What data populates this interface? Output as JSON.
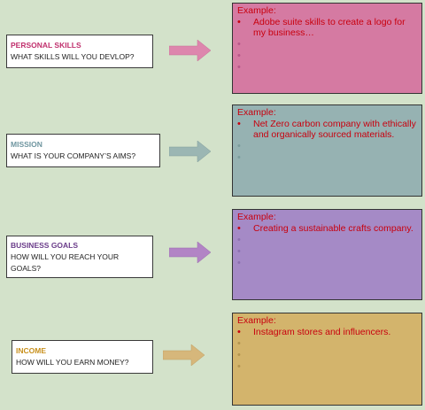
{
  "colors": {
    "background": "#d3e2ca",
    "personal_skills": "#d57aa2",
    "mission": "#96b2b2",
    "business_goals": "#a58ac6",
    "income": "#d3b46c"
  },
  "rows": [
    {
      "title": "PERSONAL SKILLS",
      "title_color": "#c0306d",
      "question": "WHAT SKILLS WILL YOU DEVLOP?",
      "question_lines": [
        "WHAT SKILLS WILL YOU DEVLOP?"
      ],
      "arrow_color": "#dd86ad",
      "example_heading": "Example:",
      "example_color": "#d57aa2",
      "bullet_color": "#c8000e",
      "items": [
        "Adobe suite skills to create a logo for my business…",
        "",
        "",
        ""
      ]
    },
    {
      "title": "MISSION",
      "title_color": "#6f96a0",
      "question": "WHAT IS YOUR COMPANY’S AIMS?",
      "question_lines": [
        "WHAT IS YOUR COMPANY’S AIMS?"
      ],
      "arrow_color": "#9bb6b3",
      "example_heading": "Example:",
      "example_color": "#96b2b2",
      "bullet_color": "#c8000e",
      "items": [
        "Net Zero carbon company with ethically and organically sourced materials.",
        "",
        ""
      ]
    },
    {
      "title": "BUSINESS GOALS",
      "title_color": "#6a3c8a",
      "question": "HOW WILL YOU REACH YOUR GOALS?",
      "question_lines": [
        "HOW WILL YOU REACH YOUR",
        "GOALS?"
      ],
      "arrow_color": "#b284c5",
      "example_heading": "Example:",
      "example_color": "#a58ac6",
      "bullet_color": "#c8000e",
      "items": [
        "Creating a sustainable crafts company.",
        "",
        "",
        ""
      ]
    },
    {
      "title": "INCOME",
      "title_color": "#c8901c",
      "question": "HOW WILL YOU EARN MONEY?",
      "question_lines": [
        "HOW WILL YOU EARN MONEY?"
      ],
      "arrow_color": "#d6b77b",
      "example_heading": "Example:",
      "example_color": "#d3b46c",
      "bullet_color": "#c8000e",
      "items": [
        "Instagram stores and influencers.",
        "",
        "",
        ""
      ]
    }
  ]
}
